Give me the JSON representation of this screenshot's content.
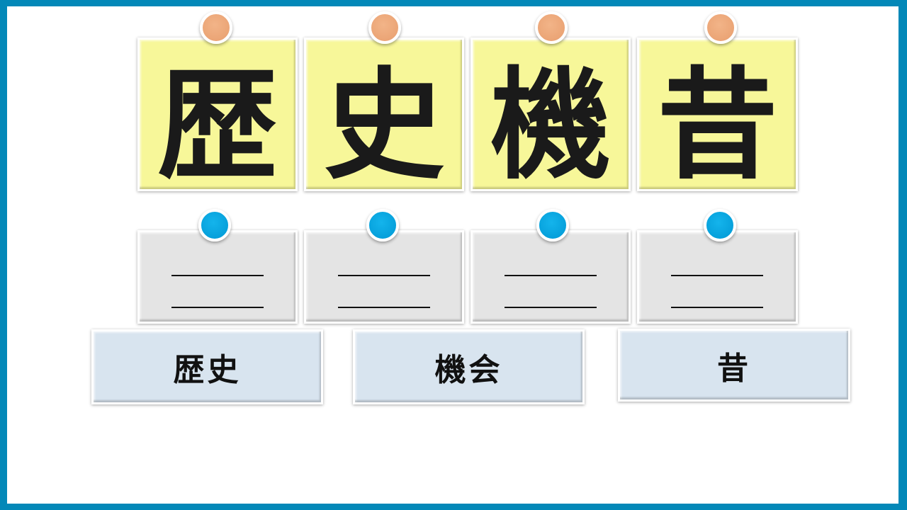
{
  "kanji_cards": [
    "歴",
    "史",
    "機",
    "昔"
  ],
  "blank_cards": 4,
  "answers": [
    "歴史",
    "機会",
    "昔"
  ],
  "colors": {
    "frame": "#0388b8",
    "kanji_card": "#f7f799",
    "blank_card": "#e4e4e4",
    "answer_card": "#d8e4ef",
    "pin_top": "#e89e6e",
    "pin_bottom": "#0098d4"
  }
}
